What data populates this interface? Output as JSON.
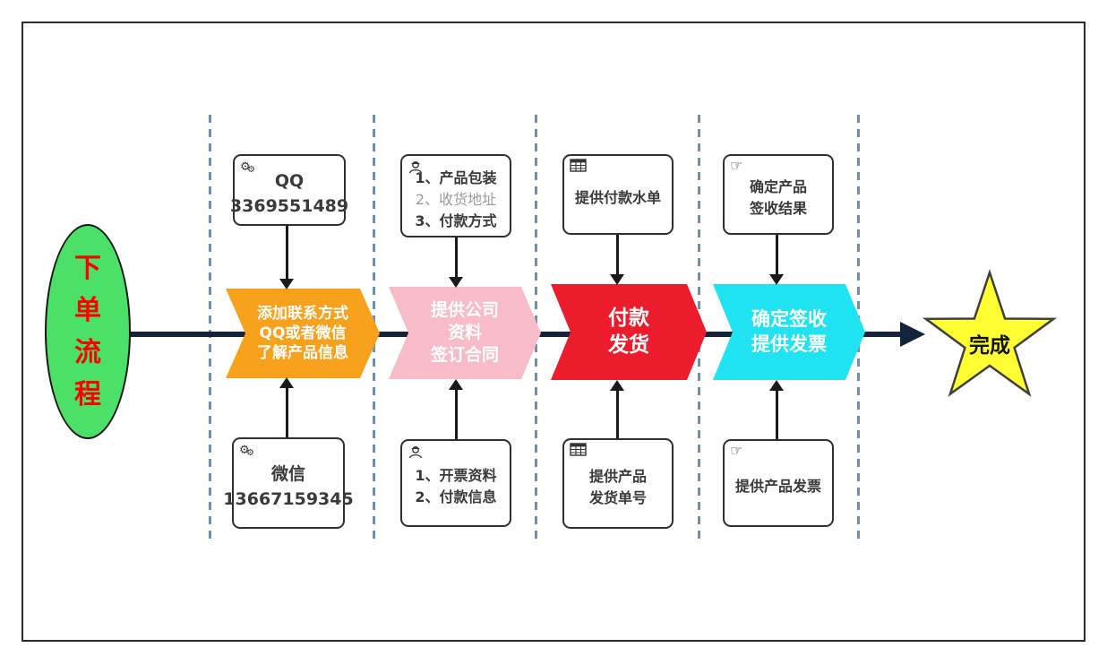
{
  "page": {
    "title": "下单流程"
  },
  "colors": {
    "start_fill": "#4be169",
    "start_text": "#fb0200",
    "main_line": "#15223c",
    "divider": "#6f90b0",
    "star_fill": "#ffff33",
    "step1_fill": "#f7a11c",
    "step2_fill": "#f8bcc9",
    "step3_fill": "#ec1c2d",
    "step4_fill": "#1fe3f0"
  },
  "flow": {
    "start": {
      "label": "下单流程"
    },
    "steps": [
      {
        "chevron": {
          "color": "#f7a11c",
          "lines": [
            "添加联系方式",
            "QQ或者微信",
            "了解产品信息"
          ]
        },
        "top_box": {
          "icon": "gears-icon",
          "lines": [
            "QQ",
            "3369551489"
          ]
        },
        "bottom_box": {
          "icon": "gears-icon",
          "lines": [
            "微信",
            "13667159345"
          ]
        }
      },
      {
        "chevron": {
          "color": "#f8bcc9",
          "lines": [
            "提供公司",
            "资料",
            "签订合同"
          ]
        },
        "top_box": {
          "icon": "worker-icon",
          "lines": [
            "1、产品包装",
            "2、收货地址",
            "3、付款方式"
          ]
        },
        "bottom_box": {
          "icon": "worker-icon",
          "lines": [
            "1、开票资料",
            "2、付款信息"
          ]
        }
      },
      {
        "chevron": {
          "color": "#ec1c2d",
          "lines": [
            "付款",
            "发货"
          ]
        },
        "top_box": {
          "icon": "table-icon",
          "lines": [
            "提供付款水单"
          ]
        },
        "bottom_box": {
          "icon": "table-icon",
          "lines": [
            "提供产品",
            "发货单号"
          ]
        }
      },
      {
        "chevron": {
          "color": "#1fe3f0",
          "lines": [
            "确定签收",
            "提供发票"
          ]
        },
        "top_box": {
          "icon": "hand-icon",
          "lines": [
            "确定产品",
            "签收结果"
          ]
        },
        "bottom_box": {
          "icon": "hand-icon",
          "lines": [
            "提供产品发票"
          ]
        }
      }
    ],
    "end": {
      "label": "完成"
    }
  }
}
